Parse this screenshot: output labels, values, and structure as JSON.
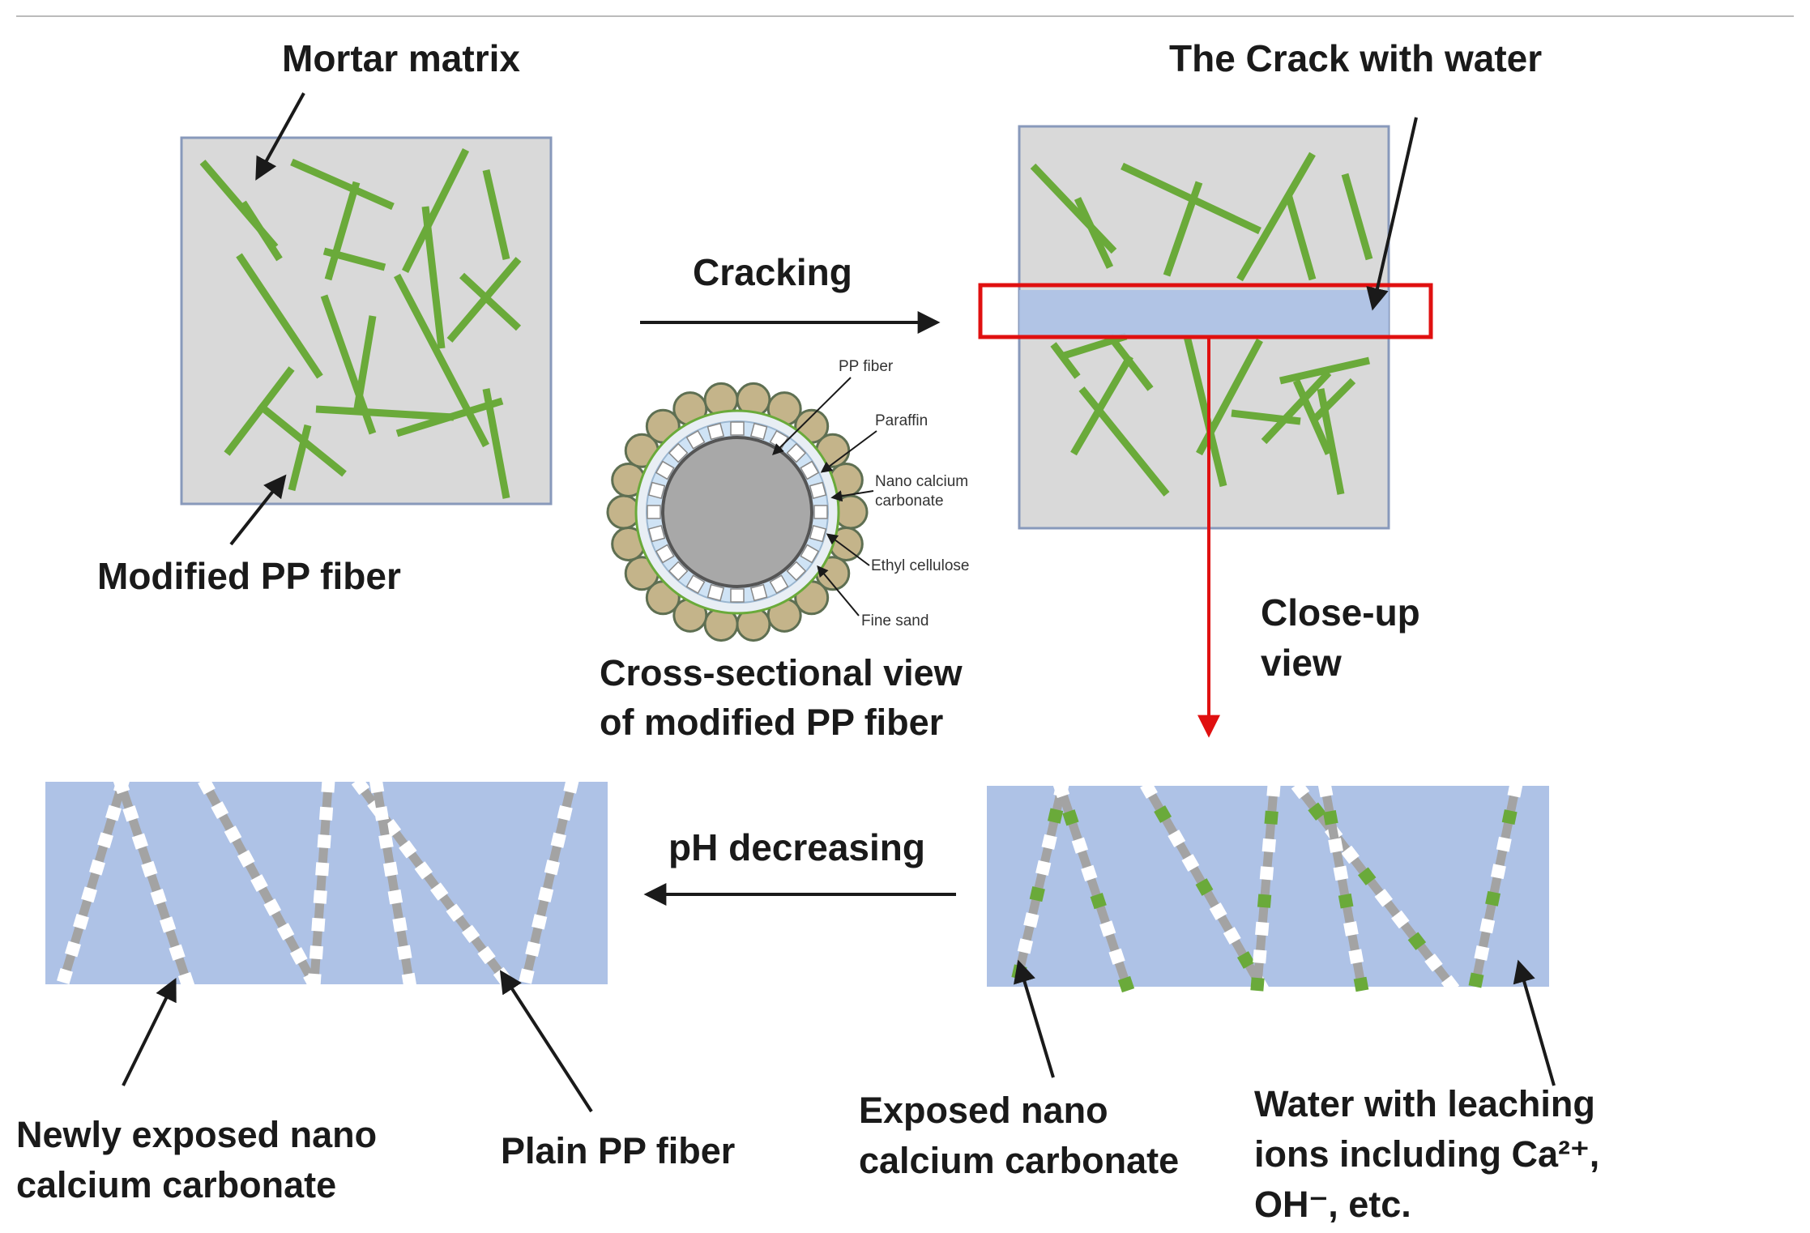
{
  "labels": {
    "mortar_matrix": "Mortar matrix",
    "modified_pp_fiber": "Modified PP fiber",
    "cracking": "Cracking",
    "crack_with_water": "The Crack with water",
    "close_up_1": "Close-up",
    "close_up_2": "view",
    "cross_section_1": "Cross-sectional view",
    "cross_section_2": "of modified PP fiber",
    "ph_decreasing": "pH decreasing",
    "newly_exposed_1": "Newly exposed nano",
    "newly_exposed_2": "calcium carbonate",
    "plain_pp_fiber": "Plain PP fiber",
    "exposed_nano_1": "Exposed nano",
    "exposed_nano_2": "calcium carbonate",
    "water_ions_1": "Water with leaching",
    "water_ions_2": "ions including Ca²⁺,",
    "water_ions_3": "OH⁻, etc."
  },
  "cross_section_labels": {
    "pp_fiber": "PP fiber",
    "paraffin": "Paraffin",
    "nano_caco3_1": "Nano calcium",
    "nano_caco3_2": "carbonate",
    "ethyl_cellulose": "Ethyl cellulose",
    "fine_sand": "Fine sand"
  },
  "colors": {
    "matrix_fill": "#d9d9d9",
    "matrix_stroke": "#8899bb",
    "fiber_green": "#6aaa3a",
    "crack_blue": "#aec2e6",
    "highlight_red": "#e01010",
    "fiber_gray": "#a3a3a3",
    "sand": "#c4b48a",
    "paraffin": "#cfe3f5",
    "core_gray": "#a8a8a8",
    "arrow_black": "#1a1a1a"
  }
}
